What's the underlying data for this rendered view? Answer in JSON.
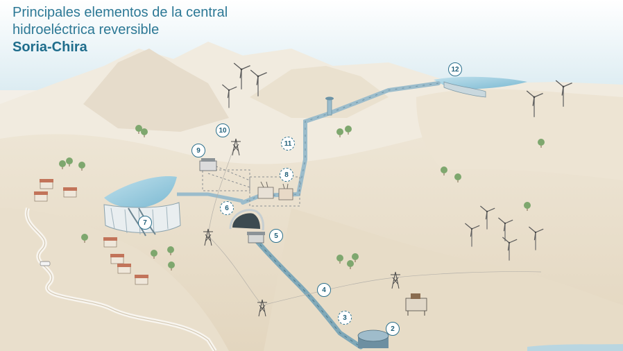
{
  "title": {
    "line1": "Principales elementos de la central",
    "line2": "hidroeléctrica reversible",
    "line3": "Soria-Chira"
  },
  "markers": [
    {
      "label": "2",
      "style": "solid"
    },
    {
      "label": "3",
      "style": "dashed"
    },
    {
      "label": "4",
      "style": "solid"
    },
    {
      "label": "5",
      "style": "solid"
    },
    {
      "label": "6",
      "style": "dashed"
    },
    {
      "label": "7",
      "style": "solid"
    },
    {
      "label": "8",
      "style": "dashed"
    },
    {
      "label": "9",
      "style": "solid"
    },
    {
      "label": "10",
      "style": "solid"
    },
    {
      "label": "11",
      "style": "dashed"
    },
    {
      "label": "12",
      "style": "solid"
    }
  ],
  "colors": {
    "marker_border": "#2a6f8c",
    "title": "#2c7895",
    "water": "#8ec7dc",
    "pipe": "#8fb3c4",
    "terrain": "#ece3d2",
    "tree": "#7ea76e"
  },
  "icons": [
    "wind-turbine-icon",
    "transmission-tower-icon",
    "house-icon",
    "tree-icon",
    "car-icon",
    "substation-icon",
    "dam-icon",
    "reservoir-icon"
  ]
}
